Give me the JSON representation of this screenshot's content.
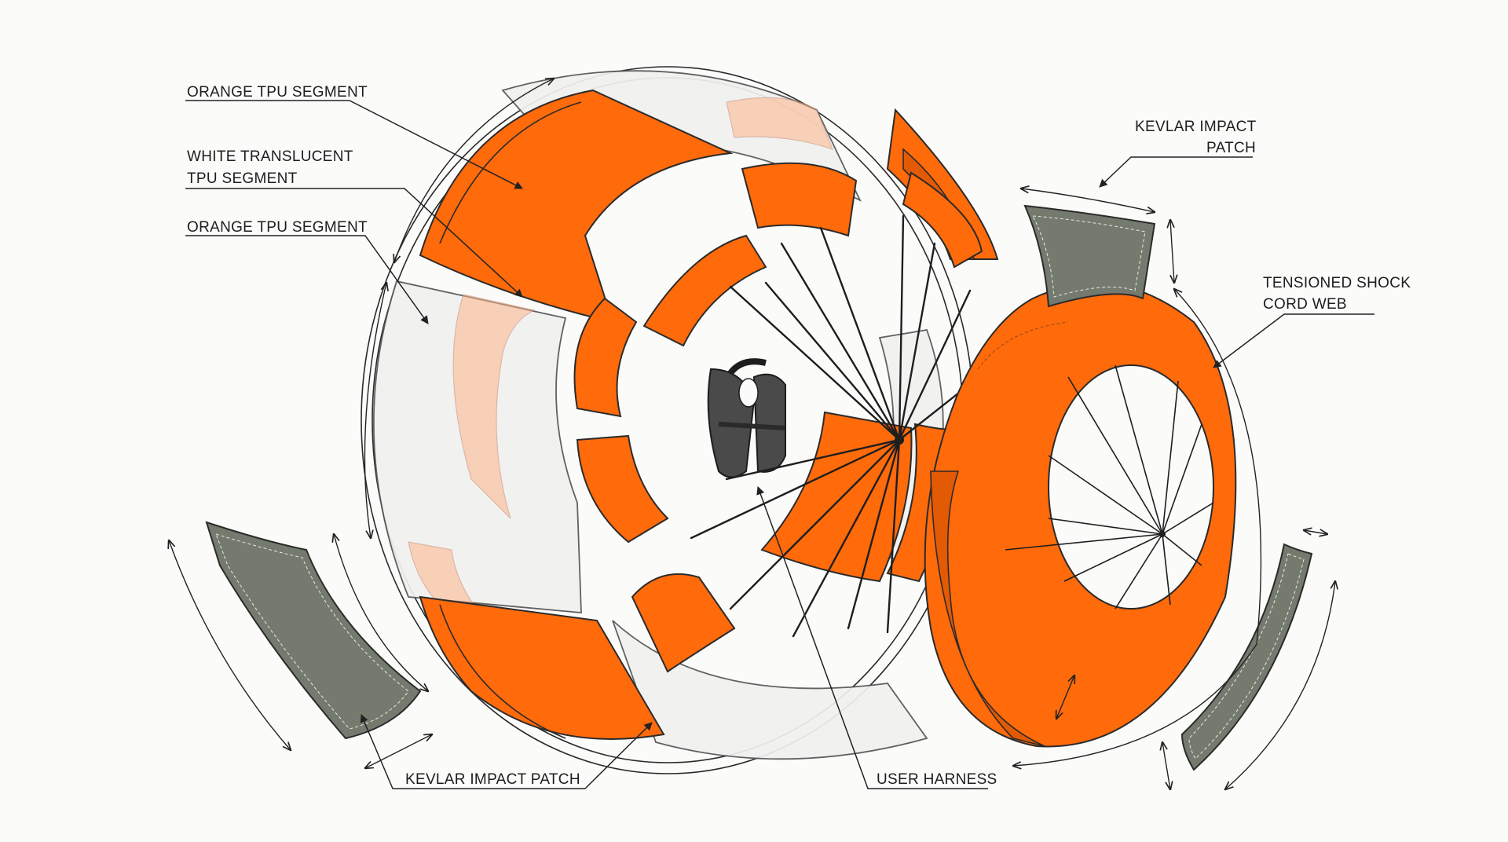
{
  "labels": {
    "orange_tpu_top": "ORANGE TPU SEGMENT",
    "white_tpu_line1": "WHITE TRANSLUCENT",
    "white_tpu_line2": "TPU SEGMENT",
    "orange_tpu_mid": "ORANGE TPU SEGMENT",
    "kevlar_top_line1": "KEVLAR IMPACT",
    "kevlar_top_line2": "PATCH",
    "shock_cord_line1": "TENSIONED SHOCK",
    "shock_cord_line2": "CORD WEB",
    "kevlar_bottom": "KEVLAR IMPACT PATCH",
    "user_harness": "USER HARNESS"
  },
  "colors": {
    "orange_tpu": "#ff6a0b",
    "white_tpu": "#f1f1f0",
    "kevlar": "#757a6f",
    "harness": "#4a4a4a"
  }
}
